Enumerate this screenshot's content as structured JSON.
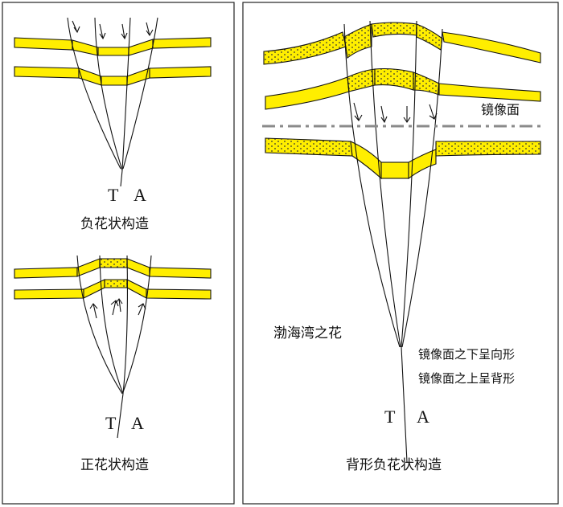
{
  "colors": {
    "layer_fill": "#ffee00",
    "line": "#111111",
    "mirror_line": "#8a8a8a",
    "frame": "#222222"
  },
  "left_top": {
    "t_label": "T",
    "a_label": "A",
    "caption": "负花状构造"
  },
  "left_bottom": {
    "t_label": "T",
    "a_label": "A",
    "caption": "正花状构造"
  },
  "right": {
    "mirror_label": "镜像面",
    "side_title": "渤海湾之花",
    "note_line1": "镜像面之下呈向形",
    "note_line2": "镜像面之上呈背形",
    "t_label": "T",
    "a_label": "A",
    "caption": "背形负花状构造"
  }
}
